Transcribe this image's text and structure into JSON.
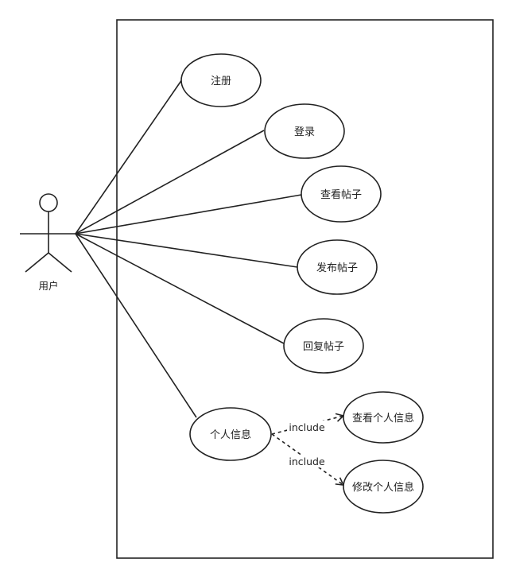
{
  "actor": {
    "name": "用户"
  },
  "use_cases": {
    "register": "注册",
    "login": "登录",
    "view_post": "查看帖子",
    "publish_post": "发布帖子",
    "reply_post": "回复帖子",
    "personal_info": "个人信息",
    "view_personal_info": "查看个人信息",
    "edit_personal_info": "修改个人信息"
  },
  "relations": {
    "include_view": "include",
    "include_edit": "include"
  },
  "colors": {
    "stroke": "#222222",
    "background": "#ffffff"
  }
}
